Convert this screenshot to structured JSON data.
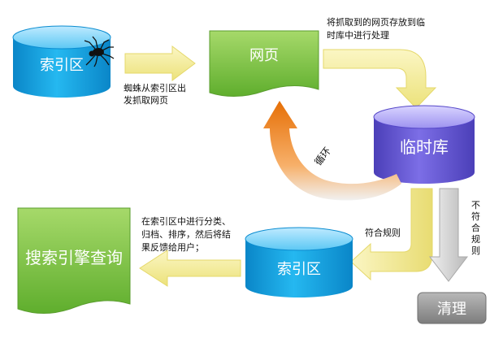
{
  "nodes": {
    "index_top": "索引区",
    "webpage": "网页",
    "temp_db": "临时库",
    "index_bottom": "索引区",
    "search": "搜索引擎查询",
    "clean": "清理"
  },
  "notes": {
    "spider_line1": "蜘蛛从索引区出",
    "spider_line2": "发抓取网页",
    "store_line1": "将抓取到的网页存放到临",
    "store_line2": "时库中进行处理",
    "classify_line1": "在索引区中进行分类、",
    "classify_line2": "归档、排序，然后将结",
    "classify_line3": "果反馈给用户；",
    "loop": "循环",
    "match": "符合规则",
    "nomatch_1": "不",
    "nomatch_2": "符",
    "nomatch_3": "合",
    "nomatch_4": "规",
    "nomatch_5": "则"
  },
  "colors": {
    "cylinder_blue": "#18a8e6",
    "cylinder_purple": "#6a5ad8",
    "doc_green": "#7cc143",
    "arrow_yellow": "#f3ec9a",
    "arrow_orange": "#ee7d12",
    "arrow_gray": "#c8c8c8",
    "clean_box": "#9a9a9a"
  }
}
